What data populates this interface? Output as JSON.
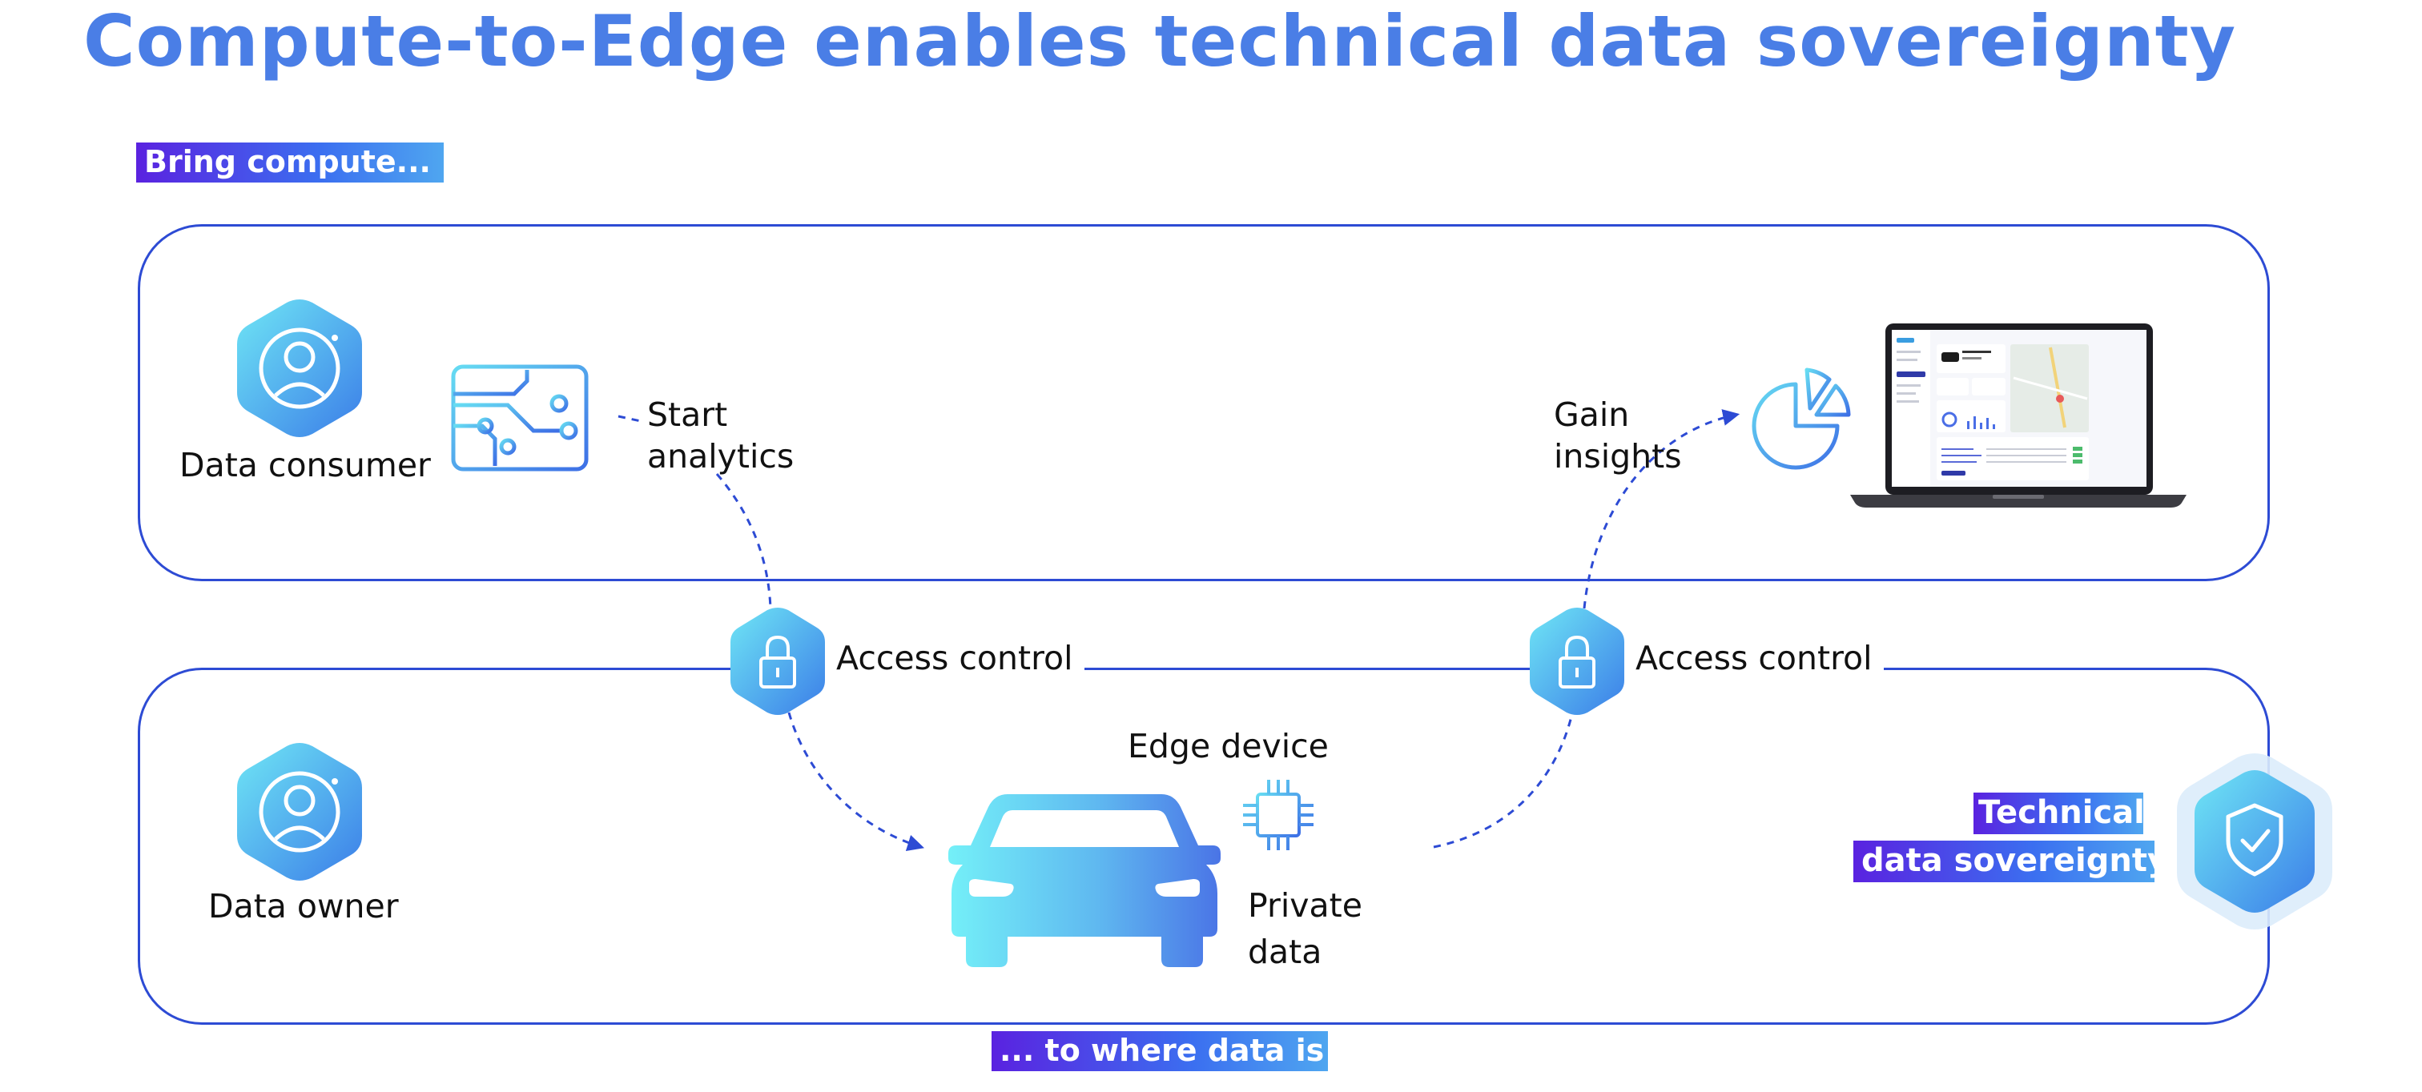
{
  "title": "Compute-to-Edge enables technical data sovereignty",
  "tags": {
    "bring_compute": "Bring compute...",
    "to_where_data": "... to where data is",
    "sovereignty_line1": "Technical",
    "sovereignty_line2": "data sovereignty"
  },
  "consumer_panel": {
    "role_label": "Data consumer",
    "start_line1": "Start",
    "start_line2": "analytics",
    "gain_line1": "Gain",
    "gain_line2": "insights"
  },
  "owner_panel": {
    "role_label": "Data owner",
    "edge_device_label": "Edge device",
    "private_line1": "Private",
    "private_line2": "data"
  },
  "access_control": {
    "left_label": "Access control",
    "right_label": "Access control"
  },
  "icons": [
    "user-icon",
    "circuit-board-icon",
    "pie-chart-icon",
    "laptop-dashboard-icon",
    "lock-icon",
    "car-icon",
    "chip-icon",
    "shield-check-icon"
  ],
  "colors": {
    "title": "#4a7ee6",
    "frame": "#2d4bd4",
    "tag_start": "#5a22e0",
    "tag_end": "#4fa6f0",
    "icon_cyan": "#6fe6f5",
    "icon_blue": "#3b7de8"
  }
}
